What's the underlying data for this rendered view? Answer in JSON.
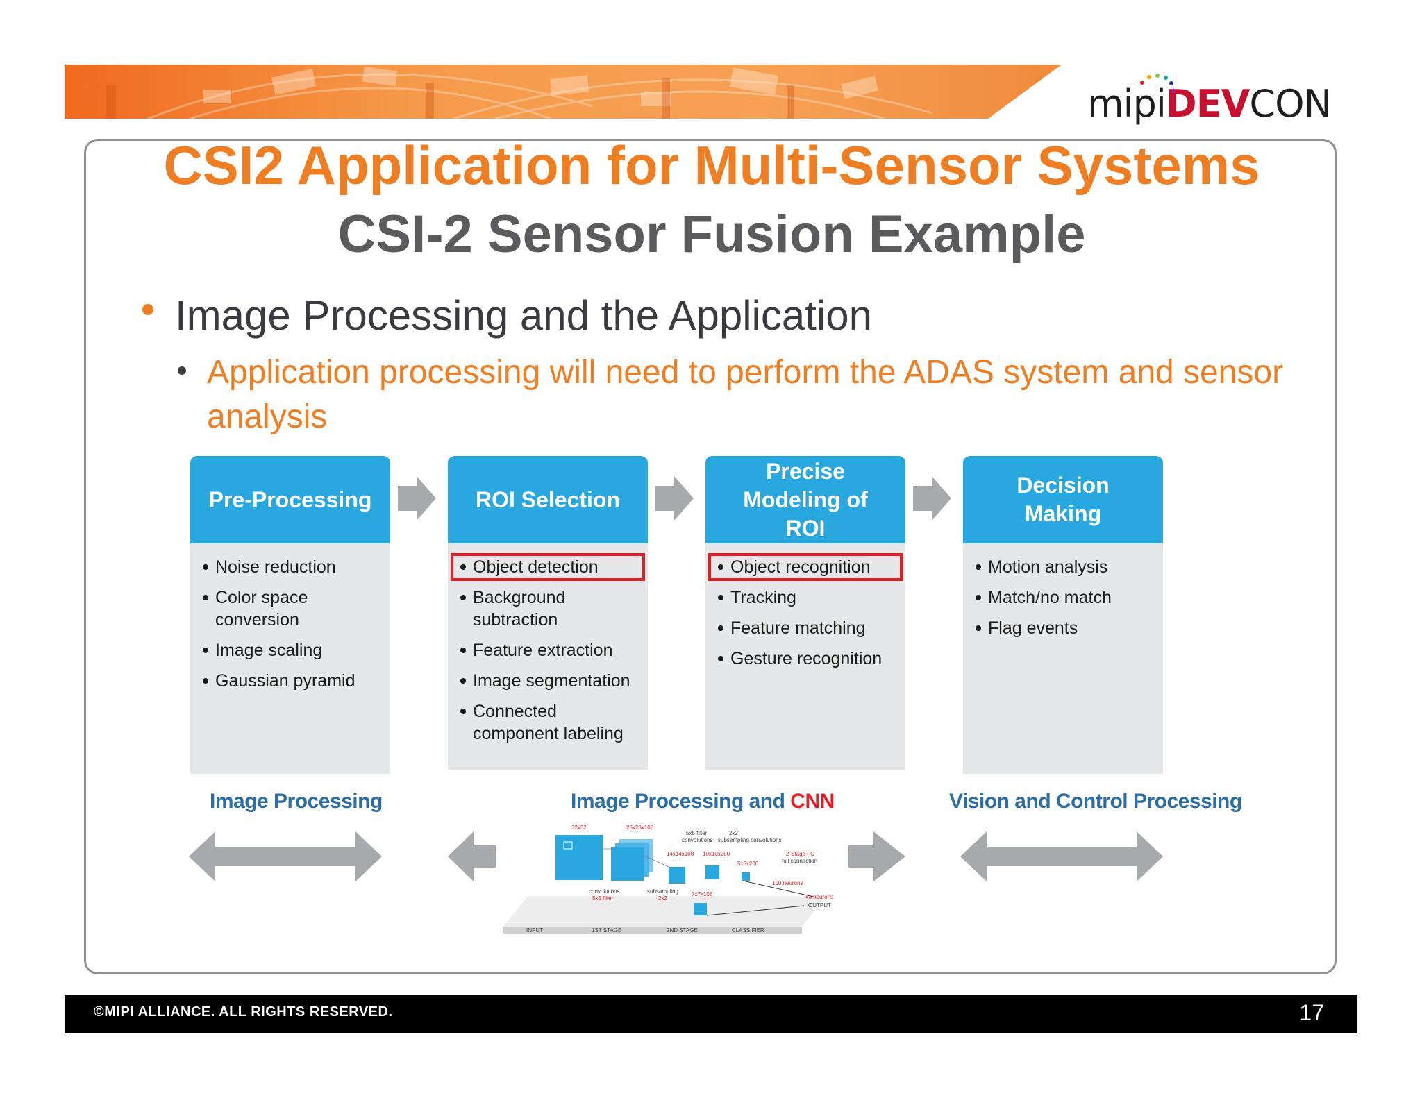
{
  "logo": {
    "part1": "mipi",
    "part2": "DEV",
    "part3": "CON"
  },
  "slide": {
    "title": "CSI2 Application for Multi-Sensor Systems",
    "subtitle": "CSI-2 Sensor Fusion Example",
    "bullet1": "Image Processing and the Application",
    "bullet2": "Application processing will need to perform the ADAS system and sensor analysis"
  },
  "stages": [
    {
      "title": "Pre-Processing",
      "items": [
        "Noise reduction",
        "Color space conversion",
        "Image scaling",
        "Gaussian pyramid"
      ]
    },
    {
      "title": "ROI Selection",
      "items": [
        "Object detection",
        "Background subtraction",
        "Feature extraction",
        "Image segmentation",
        "Connected component labeling"
      ],
      "highlight": 0
    },
    {
      "title": "Precise Modeling of ROI",
      "items": [
        "Object recognition",
        "Tracking",
        "Feature matching",
        "Gesture recognition"
      ],
      "highlight": 0
    },
    {
      "title": "Decision Making",
      "items": [
        "Motion analysis",
        "Match/no match",
        "Flag events"
      ]
    }
  ],
  "categories": {
    "image_processing": "Image Processing",
    "cnn_prefix": "Image Processing and",
    "cnn_suffix": "CNN",
    "vision": "Vision and Control Processing"
  },
  "cnn_labels": {
    "input_size": "32x32",
    "stage1_size": "28x28x108",
    "filter": "5x5 filter",
    "convolutions": "convolutions",
    "sub2": "2x2",
    "subsampling_convolutions": "subsampling convolutions",
    "size14": "14x14x108",
    "size10": "10x10x200",
    "fc_stage": "2-Stage FC",
    "full_connection": "full connection",
    "size5": "5x5x200",
    "neurons100": "100 neurons",
    "conv_label": "convolutions",
    "filter_label": "5x5 filter",
    "subsampling": "subsampling",
    "sub_2x2": "2x2",
    "size7": "7x7x108",
    "neurons43": "43 neurons",
    "output": "OUTPUT",
    "stage_input": "INPUT",
    "stage_1st": "1ST STAGE",
    "stage_2nd": "2ND STAGE",
    "stage_classifier": "CLASSIFIER"
  },
  "footer": {
    "copyright": "©MIPI ALLIANCE. ALL RIGHTS RESERVED.",
    "page": "17"
  },
  "colors": {
    "accent_orange": "#ef7d22",
    "title_gray": "#5b5b5e",
    "stage_blue": "#29a8e0",
    "highlight_red": "#e21f26",
    "category_blue": "#2d6da6"
  }
}
